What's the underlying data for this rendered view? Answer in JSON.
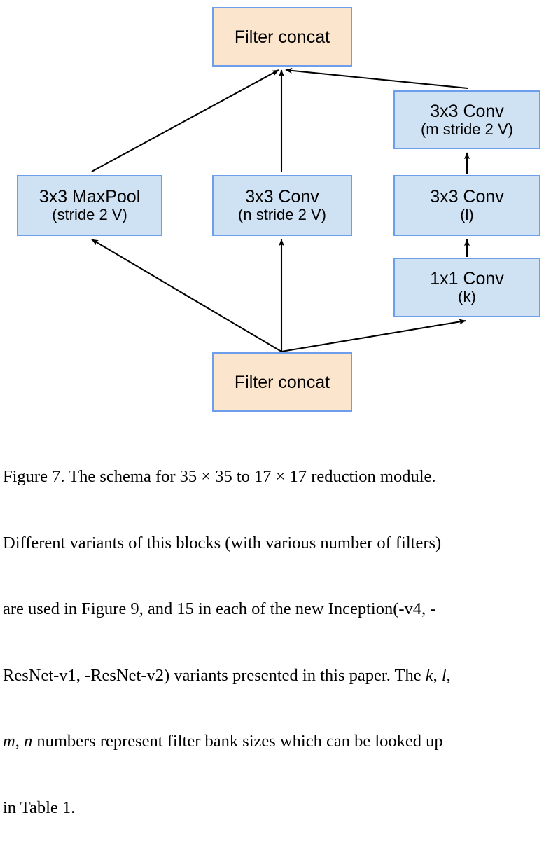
{
  "figure": {
    "type": "diagram",
    "title": "Inception reduction module schema",
    "colors": {
      "concat_fill": "#fce5cd",
      "conv_fill": "#cfe2f3",
      "node_border": "#6d9eeb",
      "arrow": "#000000",
      "background": "#ffffff",
      "text": "#000000"
    },
    "nodes": [
      {
        "id": "top-concat",
        "kind": "concat",
        "line1": "Filter concat",
        "line2": ""
      },
      {
        "id": "maxpool",
        "kind": "conv",
        "line1": "3x3 MaxPool",
        "line2": "(stride 2 V)"
      },
      {
        "id": "conv-n",
        "kind": "conv",
        "line1": "3x3 Conv",
        "line2": "(n stride 2 V)"
      },
      {
        "id": "conv-m",
        "kind": "conv",
        "line1": "3x3 Conv",
        "line2": "(m stride 2 V)"
      },
      {
        "id": "conv-l",
        "kind": "conv",
        "line1": "3x3 Conv",
        "line2": "(l)"
      },
      {
        "id": "conv-k",
        "kind": "conv",
        "line1": "1x1 Conv",
        "line2": "(k)"
      },
      {
        "id": "bottom-concat",
        "kind": "concat",
        "line1": "Filter concat",
        "line2": ""
      }
    ],
    "edges": [
      {
        "from": "bottom-concat",
        "to": "maxpool"
      },
      {
        "from": "bottom-concat",
        "to": "conv-n"
      },
      {
        "from": "bottom-concat",
        "to": "conv-k"
      },
      {
        "from": "conv-k",
        "to": "conv-l"
      },
      {
        "from": "conv-l",
        "to": "conv-m"
      },
      {
        "from": "maxpool",
        "to": "top-concat"
      },
      {
        "from": "conv-n",
        "to": "top-concat"
      },
      {
        "from": "conv-m",
        "to": "top-concat"
      }
    ]
  },
  "caption": {
    "label": "Figure 7.",
    "lines": [
      "Figure 7. The schema for 35 × 35 to 17 × 17 reduction module.",
      "Different variants of this blocks (with various number of filters)",
      "are used in Figure 9, and 15 in each of the new Inception(-v4, -",
      "ResNet-v1, -ResNet-v2) variants presented in this paper. The k, l,",
      "m, n numbers represent filter bank sizes which can be looked up",
      "in Table 1."
    ],
    "segments": {
      "l1_a": "Figure 7. The schema for ",
      "l1_n1": "35",
      "l1_x1": " × ",
      "l1_n2": "35",
      "l1_b": " to ",
      "l1_n3": "17",
      "l1_x2": " × ",
      "l1_n4": "17",
      "l1_c": " reduction module.",
      "l2": "Different variants of this blocks (with various number of filters)",
      "l3": "are used in Figure 9, and 15 in each of the new Inception(-v4, -",
      "l4_a": "ResNet-v1, -ResNet-v2) variants presented in this paper. The ",
      "l4_k": "k",
      "l4_comma1": ", ",
      "l4_l": "l",
      "l4_comma2": ",",
      "l5_m": "m",
      "l5_comma": ", ",
      "l5_n": "n",
      "l5_rest": " numbers represent filter bank sizes which can be looked up",
      "l6": "in Table 1."
    }
  }
}
